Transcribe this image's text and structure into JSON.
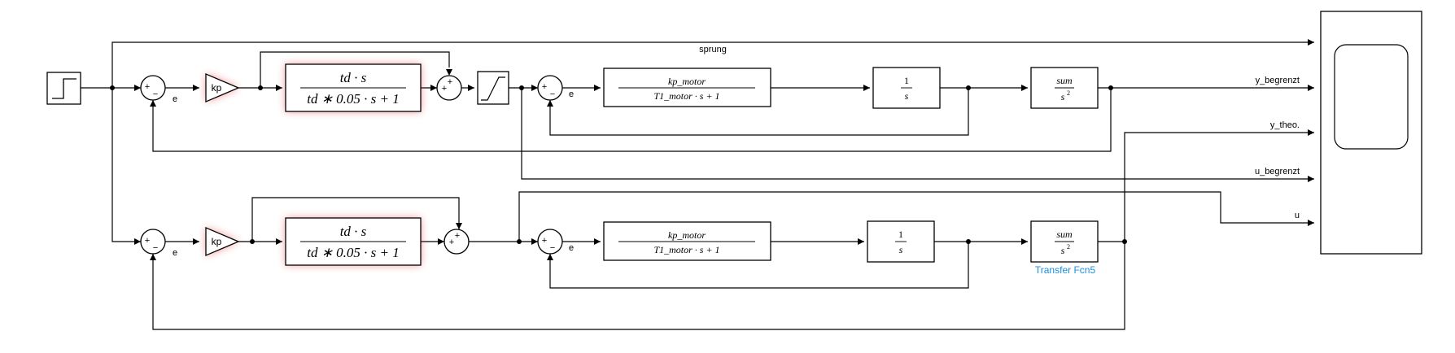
{
  "colors": {
    "highlight": "#e8393a",
    "caption": "#1a8fe0",
    "line": "#000000"
  },
  "signal_labels": {
    "sprung": "sprung",
    "y_begrenzt": "y_begrenzt",
    "y_theo": "y_theo.",
    "u_begrenzt": "u_begrenzt",
    "u": "u"
  },
  "error_label": "e",
  "gain_label": "kp",
  "sum_signs": {
    "plus": "+",
    "minus": "−"
  },
  "pd_block": {
    "num": "td · s",
    "den": "td ∗ 0.05 · s + 1"
  },
  "motor_block": {
    "num": "kp_motor",
    "den": "T1_motor · s + 1"
  },
  "integrator_block": {
    "num": "1",
    "den": "s"
  },
  "sum_block": {
    "num": "sum",
    "den_base": "s",
    "den_exp": "2"
  },
  "caption_transfer_fcn5": "Transfer Fcn5"
}
